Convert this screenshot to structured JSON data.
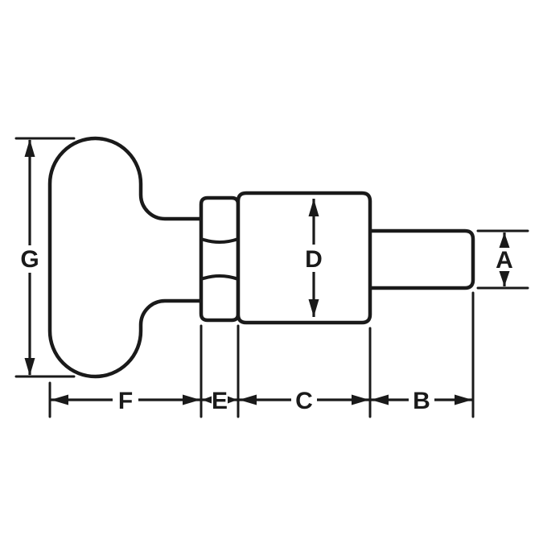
{
  "diagram": {
    "kind": "technical dimension drawing of a pull-pin plunger with T-handle",
    "colors": {
      "line": "#1a1a1a",
      "background": "#ffffff"
    },
    "labels": {
      "A": "A",
      "B": "B",
      "C": "C",
      "D": "D",
      "E": "E",
      "F": "F",
      "G": "G"
    }
  }
}
